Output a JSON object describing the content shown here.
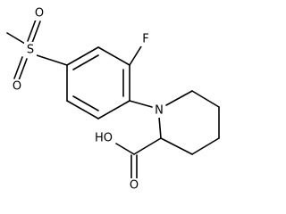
{
  "atoms": {
    "sulfur": "S",
    "sulfonyl_oxygen_top": "O",
    "sulfonyl_oxygen_bottom": "O",
    "fluorine": "F",
    "nitrogen": "N",
    "carboxyl_oxygen": "O",
    "hydroxyl": "HO"
  }
}
